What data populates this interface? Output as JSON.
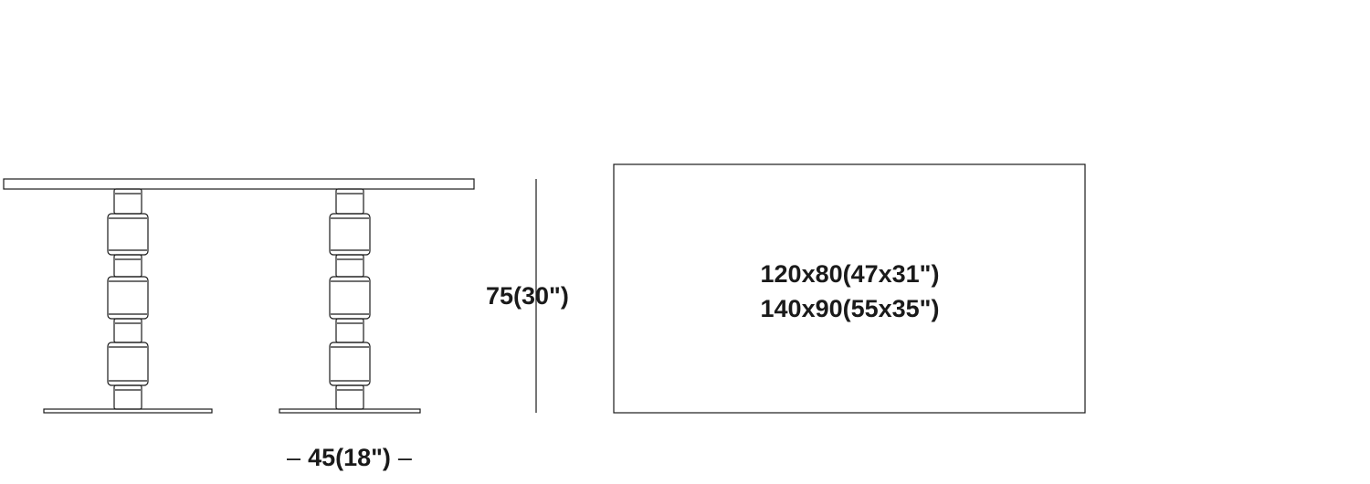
{
  "drawing": {
    "line_color": "#1a1a1a",
    "dimensions": {
      "height": "75(30\")",
      "base_width": "45(18\")",
      "base_dash_left": "–",
      "base_dash_right": "–",
      "top_sizes": [
        "120x80(47x31\")",
        "140x90(55x35\")"
      ]
    }
  }
}
